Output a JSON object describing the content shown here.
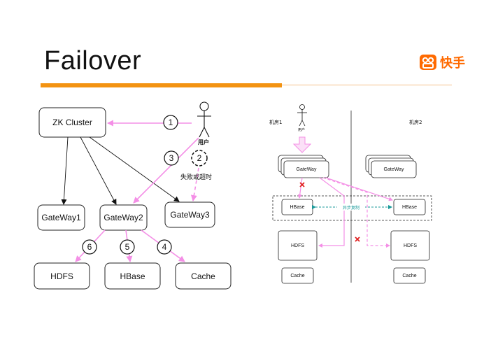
{
  "slide": {
    "title": "Failover",
    "brand_name": "快手",
    "brand_color": "#ff6a00",
    "accent_color": "#f39312",
    "arrow_color": "#f48fe6"
  },
  "left_diagram": {
    "zk_cluster": "ZK Cluster",
    "gateways": [
      "GateWay1",
      "GateWay2",
      "GateWay3"
    ],
    "storage": [
      "HDFS",
      "HBase",
      "Cache"
    ],
    "user_label": "用户",
    "failure_label": "失败或超时",
    "steps": [
      "1",
      "2",
      "3",
      "4",
      "5",
      "6"
    ]
  },
  "right_diagram": {
    "room1": "机房1",
    "room2": "机房2",
    "user_label": "用户",
    "gateway": "GateWay",
    "hbase": "HBase",
    "hdfs": "HDFS",
    "cache": "Cache",
    "async_replication": "异步复制"
  }
}
